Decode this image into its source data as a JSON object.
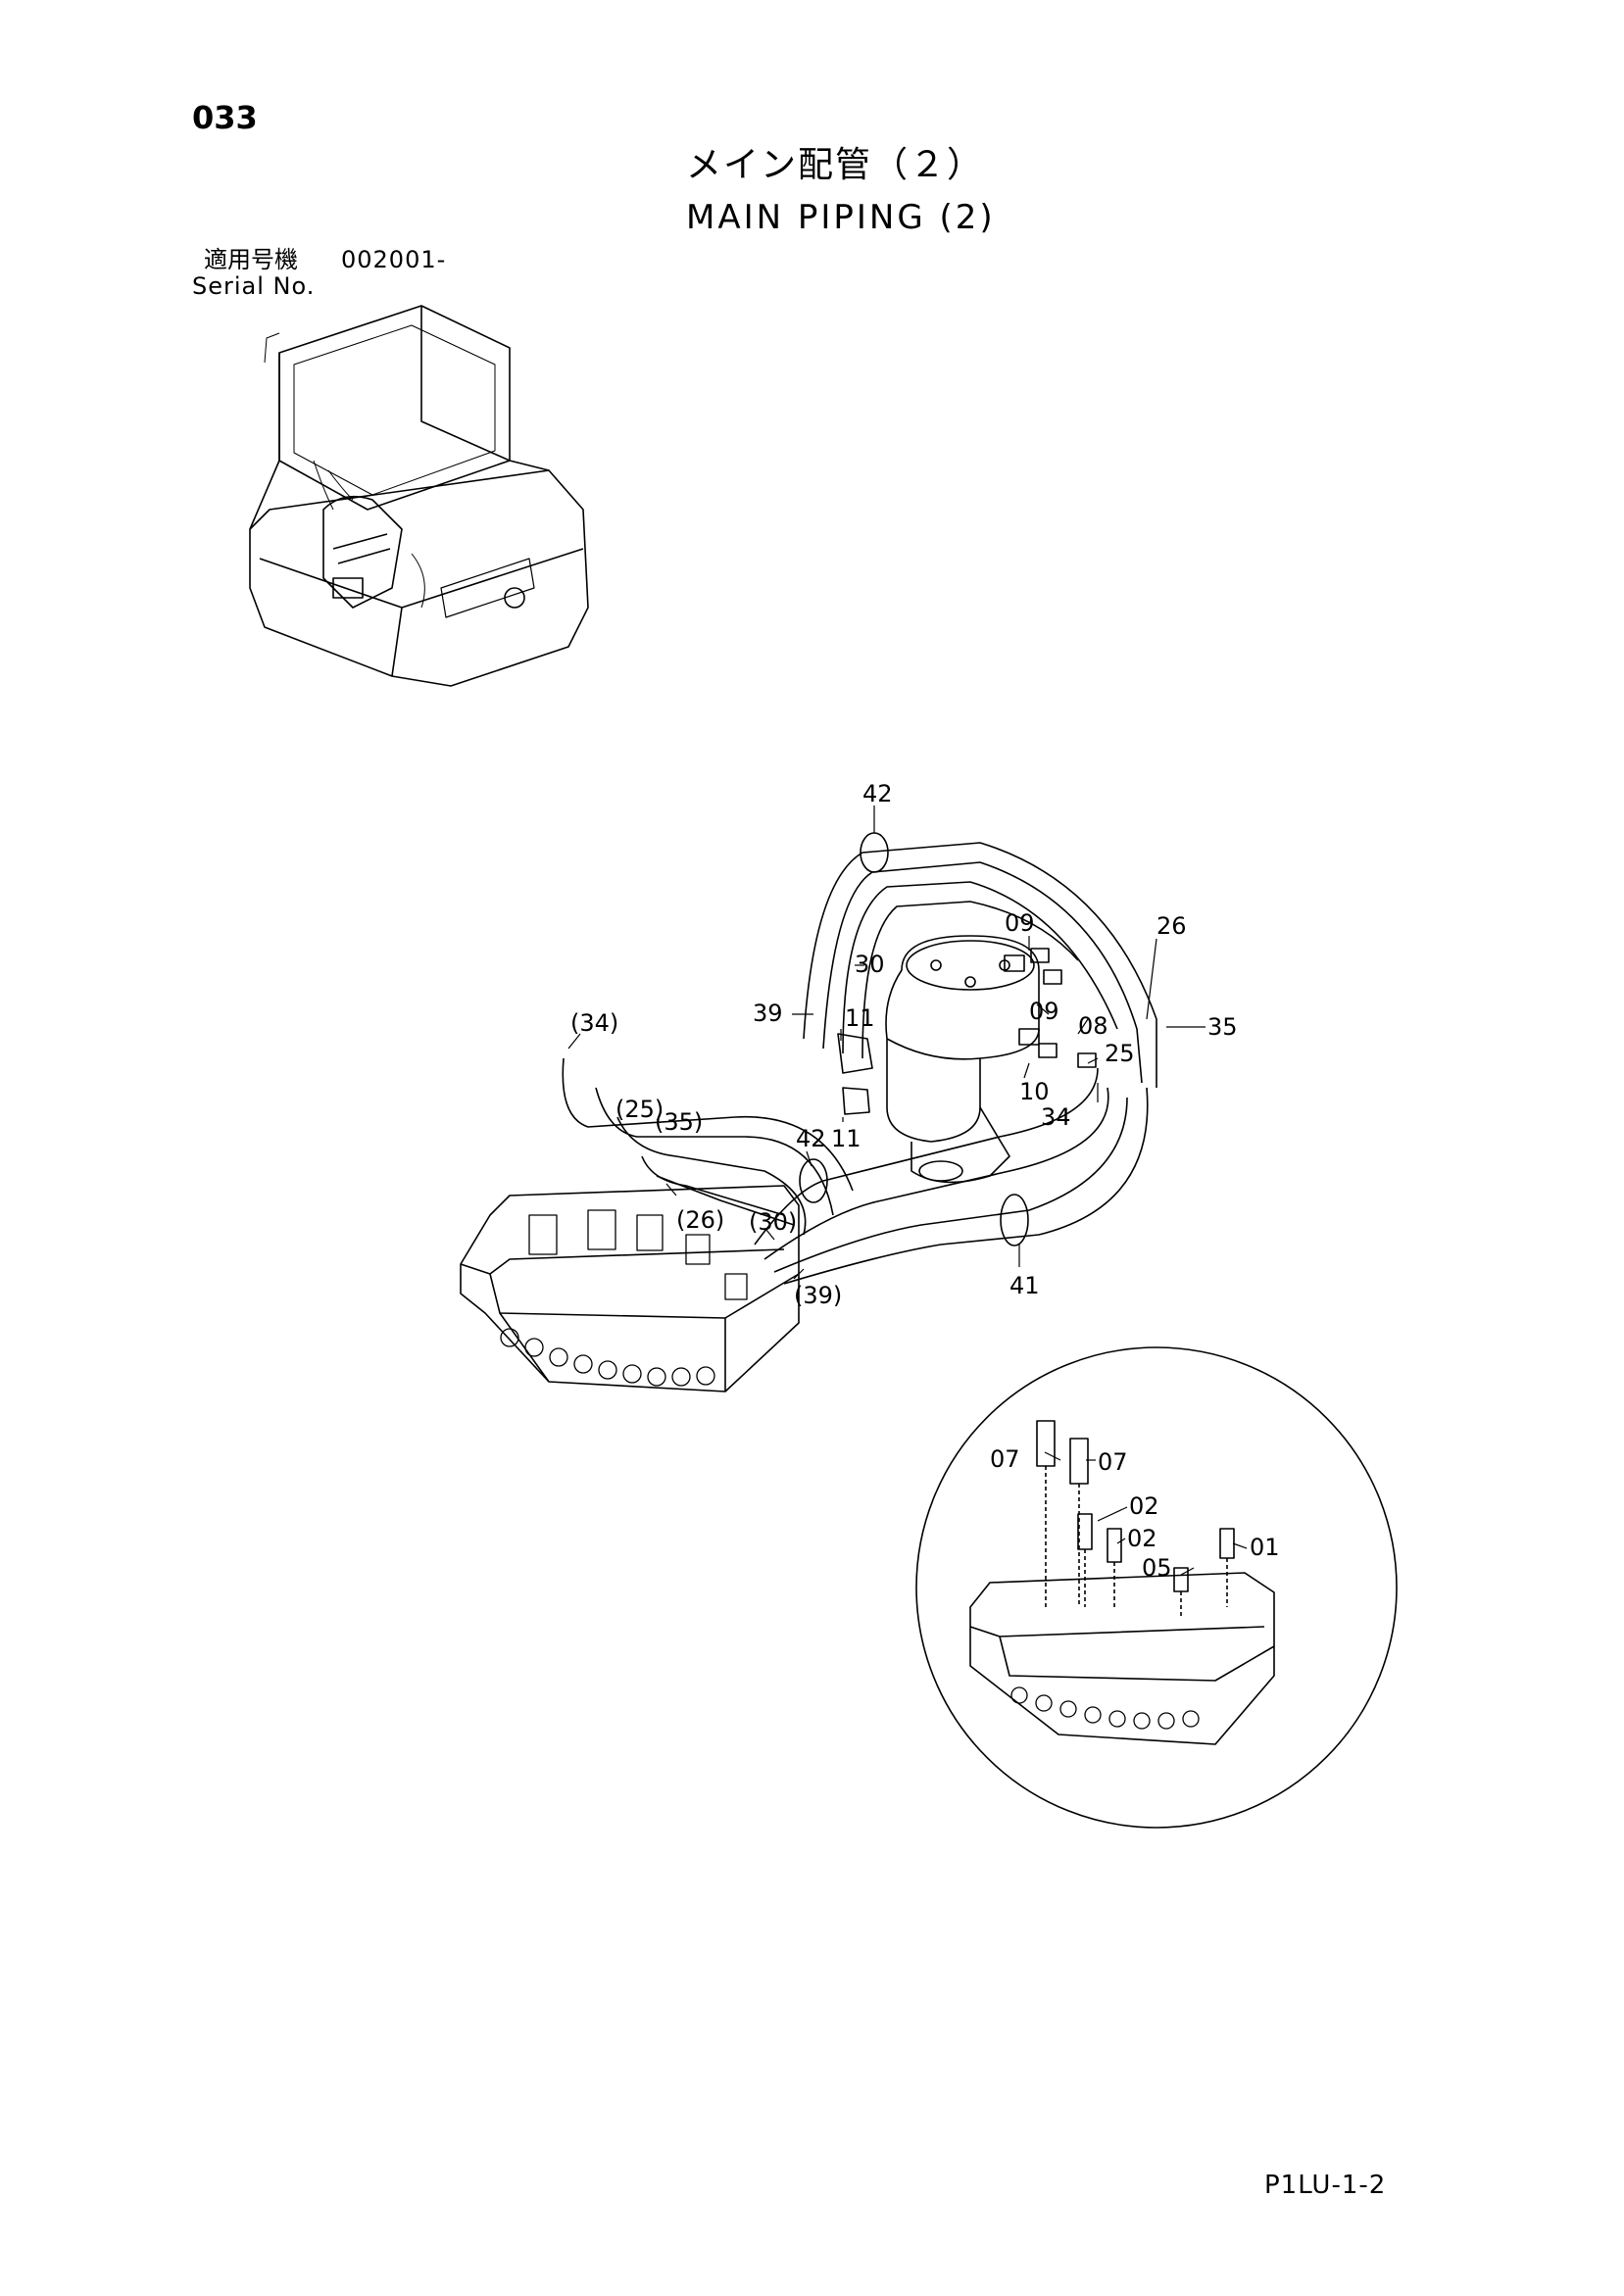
{
  "header": {
    "page_number": "033",
    "title_ja": "メイン配管（２）",
    "title_en": "MAIN PIPING (2)",
    "serial_label_ja": "適用号機",
    "serial_value": "002001-",
    "serial_label_en": "Serial No."
  },
  "footer": {
    "doc_code": "P1LU-1-2"
  },
  "callouts": {
    "c42_top": "42",
    "c09_a": "09",
    "c26": "26",
    "c30": "30",
    "c39": "39",
    "c11_a": "11",
    "c09_b": "09",
    "c08": "08",
    "c25": "25",
    "c35": "35",
    "c34_paren": "(34)",
    "c10": "10",
    "c34": "34",
    "c25_paren": "(25)",
    "c35_paren": "(35)",
    "c42_mid": "42",
    "c11_b": "11",
    "c26_paren": "(26)",
    "c30_paren": "(30)",
    "c39_paren": "(39)",
    "c41": "41"
  },
  "detail_callouts": {
    "c07_a": "07",
    "c07_b": "07",
    "c02_a": "02",
    "c02_b": "02",
    "c05": "05",
    "c01": "01"
  }
}
